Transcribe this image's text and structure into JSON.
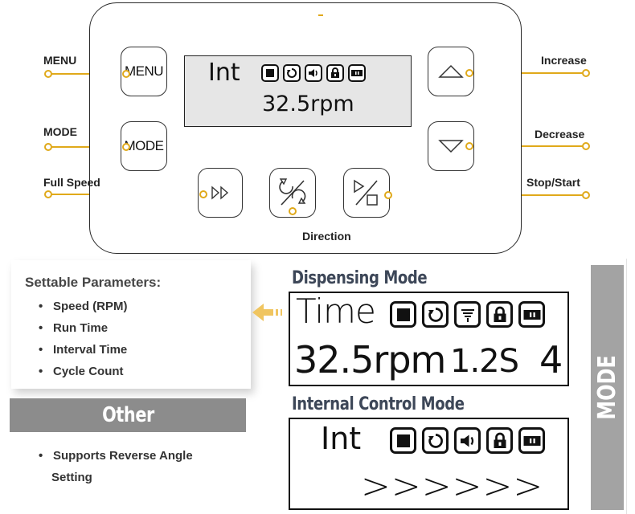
{
  "panel": {
    "lcd_mode": "Int",
    "lcd_value": "32.5rpm",
    "buttons": {
      "menu": "MENU",
      "mode": "MODE"
    }
  },
  "callouts": {
    "menu": "MENU",
    "mode": "MODE",
    "full_speed": "Full Speed",
    "direction": "Direction",
    "increase": "Increase",
    "decrease": "Decrease",
    "stop_start": "Stop/Start"
  },
  "settable": {
    "title": "Settable Parameters:",
    "items": [
      "Speed (RPM)",
      "Run Time",
      "Interval Time",
      "Cycle Count"
    ]
  },
  "other": {
    "title": "Other",
    "items": [
      "Supports Reverse Angle",
      "Setting"
    ]
  },
  "dispensing": {
    "title": "Dispensing Mode",
    "label": "Time",
    "speed": "32.5rpm",
    "time": "1.2S",
    "count": "4"
  },
  "internal": {
    "title": "Internal Control Mode",
    "label": "Int",
    "arrows": ">>>>>>"
  },
  "side_label": "MODE",
  "colors": {
    "callout_line": "#e0a91a",
    "accent_arrow": "#f0c560",
    "mode_title": "#3d4758"
  },
  "icons": [
    "stop-square-icon",
    "rotate-icon",
    "speaker-icon",
    "lock-icon",
    "battery-icon",
    "filter-icon",
    "fast-forward-icon",
    "direction-icon",
    "stop-start-icon",
    "triangle-up-icon",
    "triangle-down-icon"
  ]
}
